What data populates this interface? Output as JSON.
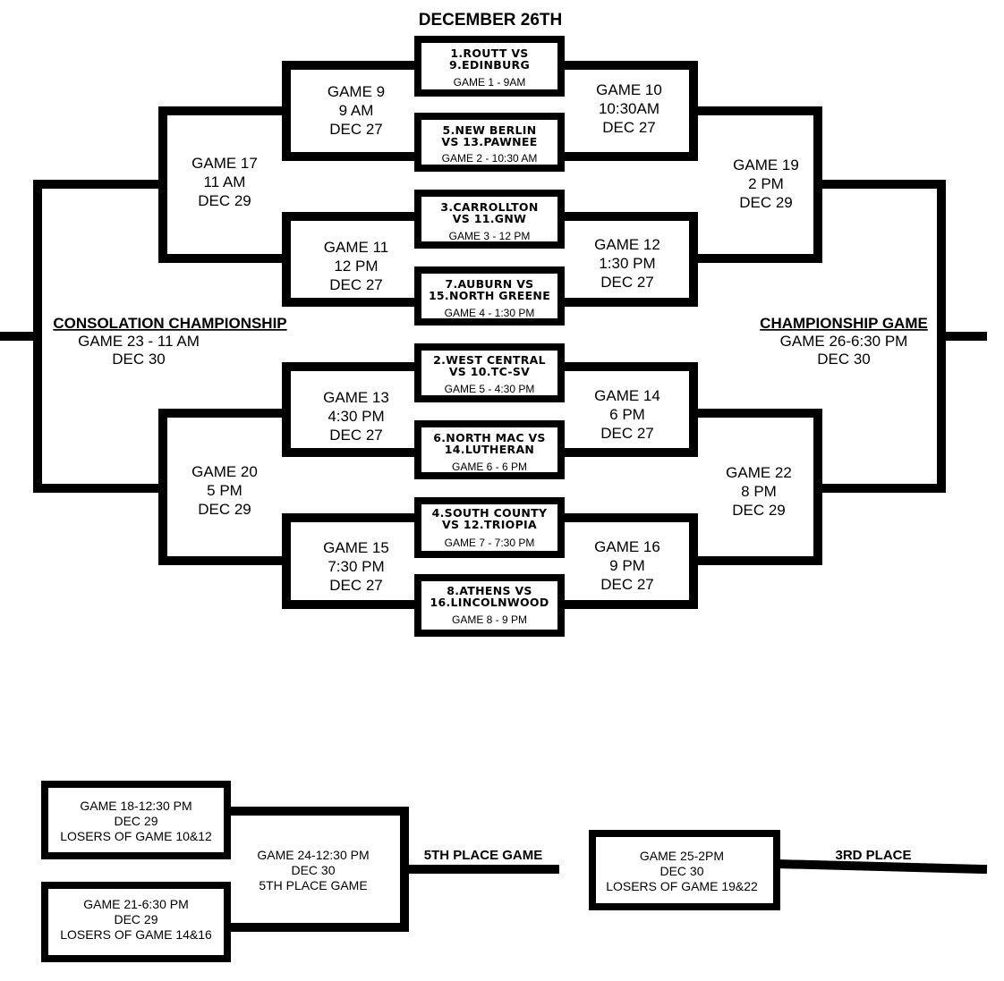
{
  "title": "DECEMBER 26TH",
  "first_round": [
    {
      "team1": "1.ROUTT VS",
      "team2": "9.EDINBURG",
      "time": "GAME 1 - 9AM"
    },
    {
      "team1": "5.NEW BERLIN",
      "team2": "VS 13.PAWNEE",
      "time": "GAME 2 - 10:30 AM"
    },
    {
      "team1": "3.CARROLLTON",
      "team2": "VS 11.GNW",
      "time": "GAME 3 - 12 PM"
    },
    {
      "team1": "7.AUBURN VS",
      "team2": "15.NORTH GREENE",
      "time": "GAME 4 - 1:30 PM"
    },
    {
      "team1": "2.WEST CENTRAL",
      "team2": "VS 10.TC-SV",
      "time": "GAME 5 - 4:30 PM"
    },
    {
      "team1": "6.NORTH MAC VS",
      "team2": "14.LUTHERAN",
      "time": "GAME 6 - 6 PM"
    },
    {
      "team1": "4.SOUTH COUNTY",
      "team2": "VS 12.TRIOPIA",
      "time": "GAME 7 - 7:30 PM"
    },
    {
      "team1": "8.ATHENS VS",
      "team2": "16.LINCOLNWOOD",
      "time": "GAME 8 - 9 PM"
    }
  ],
  "second_round": {
    "g9": {
      "l1": "GAME 9",
      "l2": "9 AM",
      "l3": "DEC 27"
    },
    "g10": {
      "l1": "GAME 10",
      "l2": "10:30AM",
      "l3": "DEC 27"
    },
    "g11": {
      "l1": "GAME 11",
      "l2": "12 PM",
      "l3": "DEC 27"
    },
    "g12": {
      "l1": "GAME 12",
      "l2": "1:30 PM",
      "l3": "DEC 27"
    },
    "g13": {
      "l1": "GAME 13",
      "l2": "4:30 PM",
      "l3": "DEC 27"
    },
    "g14": {
      "l1": "GAME 14",
      "l2": "6 PM",
      "l3": "DEC 27"
    },
    "g15": {
      "l1": "GAME 15",
      "l2": "7:30 PM",
      "l3": "DEC 27"
    },
    "g16": {
      "l1": "GAME 16",
      "l2": "9 PM",
      "l3": "DEC 27"
    }
  },
  "third_round": {
    "g17": {
      "l1": "GAME 17",
      "l2": "11 AM",
      "l3": "DEC 29"
    },
    "g19": {
      "l1": "GAME 19",
      "l2": "2 PM",
      "l3": "DEC 29"
    },
    "g20": {
      "l1": "GAME 20",
      "l2": "5 PM",
      "l3": "DEC 29"
    },
    "g22": {
      "l1": "GAME 22",
      "l2": "8 PM",
      "l3": "DEC 29"
    }
  },
  "consolation": {
    "title": "CONSOLATION CHAMPIONSHIP",
    "l2": "GAME 23 - 11 AM",
    "l3": "DEC 30"
  },
  "championship": {
    "title": "CHAMPIONSHIP GAME",
    "l2": "GAME 26-6:30 PM",
    "l3": "DEC 30"
  },
  "placement": {
    "g18": {
      "l1": "GAME 18-12:30 PM",
      "l2": "DEC 29",
      "l3": "LOSERS OF GAME 10&12"
    },
    "g21": {
      "l1": "GAME 21-6:30 PM",
      "l2": "DEC 29",
      "l3": "LOSERS OF GAME 14&16"
    },
    "g24": {
      "l1": "GAME 24-12:30 PM",
      "l2": "DEC 30",
      "l3": "5TH PLACE GAME"
    },
    "fifth_label": "5TH PLACE GAME",
    "g25": {
      "l1": "GAME 25-2PM",
      "l2": "DEC 30",
      "l3": "LOSERS OF GAME 19&22"
    },
    "third_label": "3RD PLACE"
  }
}
